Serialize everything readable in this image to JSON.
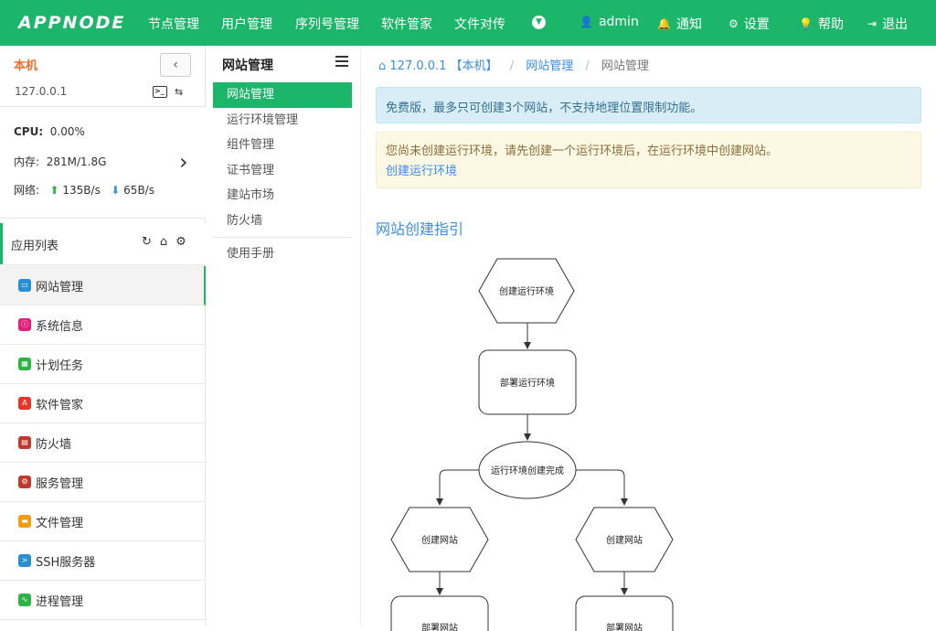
{
  "topbar": {
    "logo": "APPNODE",
    "nav": [
      "节点管理",
      "用户管理",
      "序列号管理",
      "软件管家",
      "文件对传"
    ],
    "user": "admin",
    "notify": "通知",
    "settings": "设置",
    "help": "帮助",
    "logout": "退出"
  },
  "host": {
    "name": "本机",
    "ip": "127.0.0.1",
    "cpu_label": "CPU:",
    "cpu_value": "0.00%",
    "mem_label": "内存:",
    "mem_value": "281M/1.8G",
    "net_label": "网络:",
    "net_up": "135B/s",
    "net_down": "65B/s"
  },
  "apps": {
    "title": "应用列表",
    "items": [
      {
        "label": "网站管理",
        "color": "#2a8fd0"
      },
      {
        "label": "系统信息",
        "color": "#e0207a"
      },
      {
        "label": "计划任务",
        "color": "#2fb344"
      },
      {
        "label": "软件管家",
        "color": "#e8352a"
      },
      {
        "label": "防火墙",
        "color": "#c0392b"
      },
      {
        "label": "服务管理",
        "color": "#c0392b"
      },
      {
        "label": "文件管理",
        "color": "#f39c12"
      },
      {
        "label": "SSH服务器",
        "color": "#2a8fd0"
      },
      {
        "label": "进程管理",
        "color": "#2fb344"
      }
    ]
  },
  "subnav": {
    "title": "网站管理",
    "items": [
      "网站管理",
      "运行环境管理",
      "组件管理",
      "证书管理",
      "建站市场",
      "防火墙"
    ],
    "extra": "使用手册"
  },
  "main": {
    "breadcrumb": {
      "host": "127.0.0.1 【本机】",
      "section": "网站管理",
      "current": "网站管理"
    },
    "info_alert": "免费版，最多只可创建3个网站，不支持地理位置限制功能。",
    "warn_alert": "您尚未创建运行环境，请先创建一个运行环境后，在运行环境中创建网站。",
    "warn_link": "创建运行环境",
    "guide_title": "网站创建指引",
    "flow": {
      "step1": "创建运行环境",
      "step2": "部署运行环境",
      "step3": "运行环境创建完成",
      "left_branch": "创建网站",
      "right_branch": "创建网站",
      "left_next": "部署网站",
      "right_next": "部署网站"
    }
  }
}
